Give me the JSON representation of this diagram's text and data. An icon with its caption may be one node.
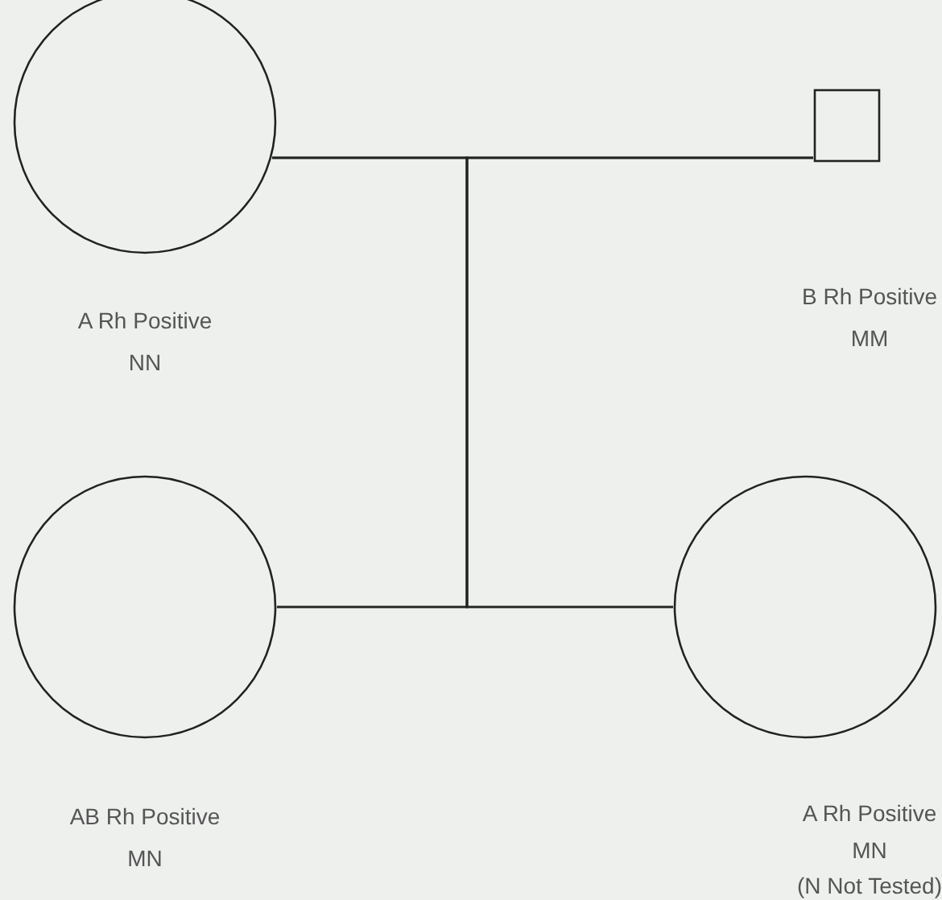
{
  "diagram": {
    "nodes": [
      {
        "text": [],
        "shape": "circle",
        "beside": [
          "A Rh Positive",
          "NN"
        ]
      },
      {
        "text": [],
        "shape": "box",
        "beside": [
          "B Rh Positive",
          "MM"
        ]
      },
      {
        "text": [],
        "shape": "circle",
        "beside": [
          "AB Rh Positive",
          "MN"
        ]
      },
      {
        "text": [],
        "shape": "circle",
        "beside": [
          "A Rh Positive",
          "MN",
          "(N Not Tested)"
        ]
      }
    ],
    "edges": [
      {
        "from": 0,
        "to": 1,
        "arrow": "none"
      },
      {
        "from": 0,
        "to": 2,
        "arrow": "none"
      },
      {
        "from": 0,
        "to": 3,
        "arrow": "none"
      },
      {
        "from": 1,
        "to": 2,
        "arrow": "none"
      },
      {
        "from": 1,
        "to": 3,
        "arrow": "none"
      }
    ]
  }
}
